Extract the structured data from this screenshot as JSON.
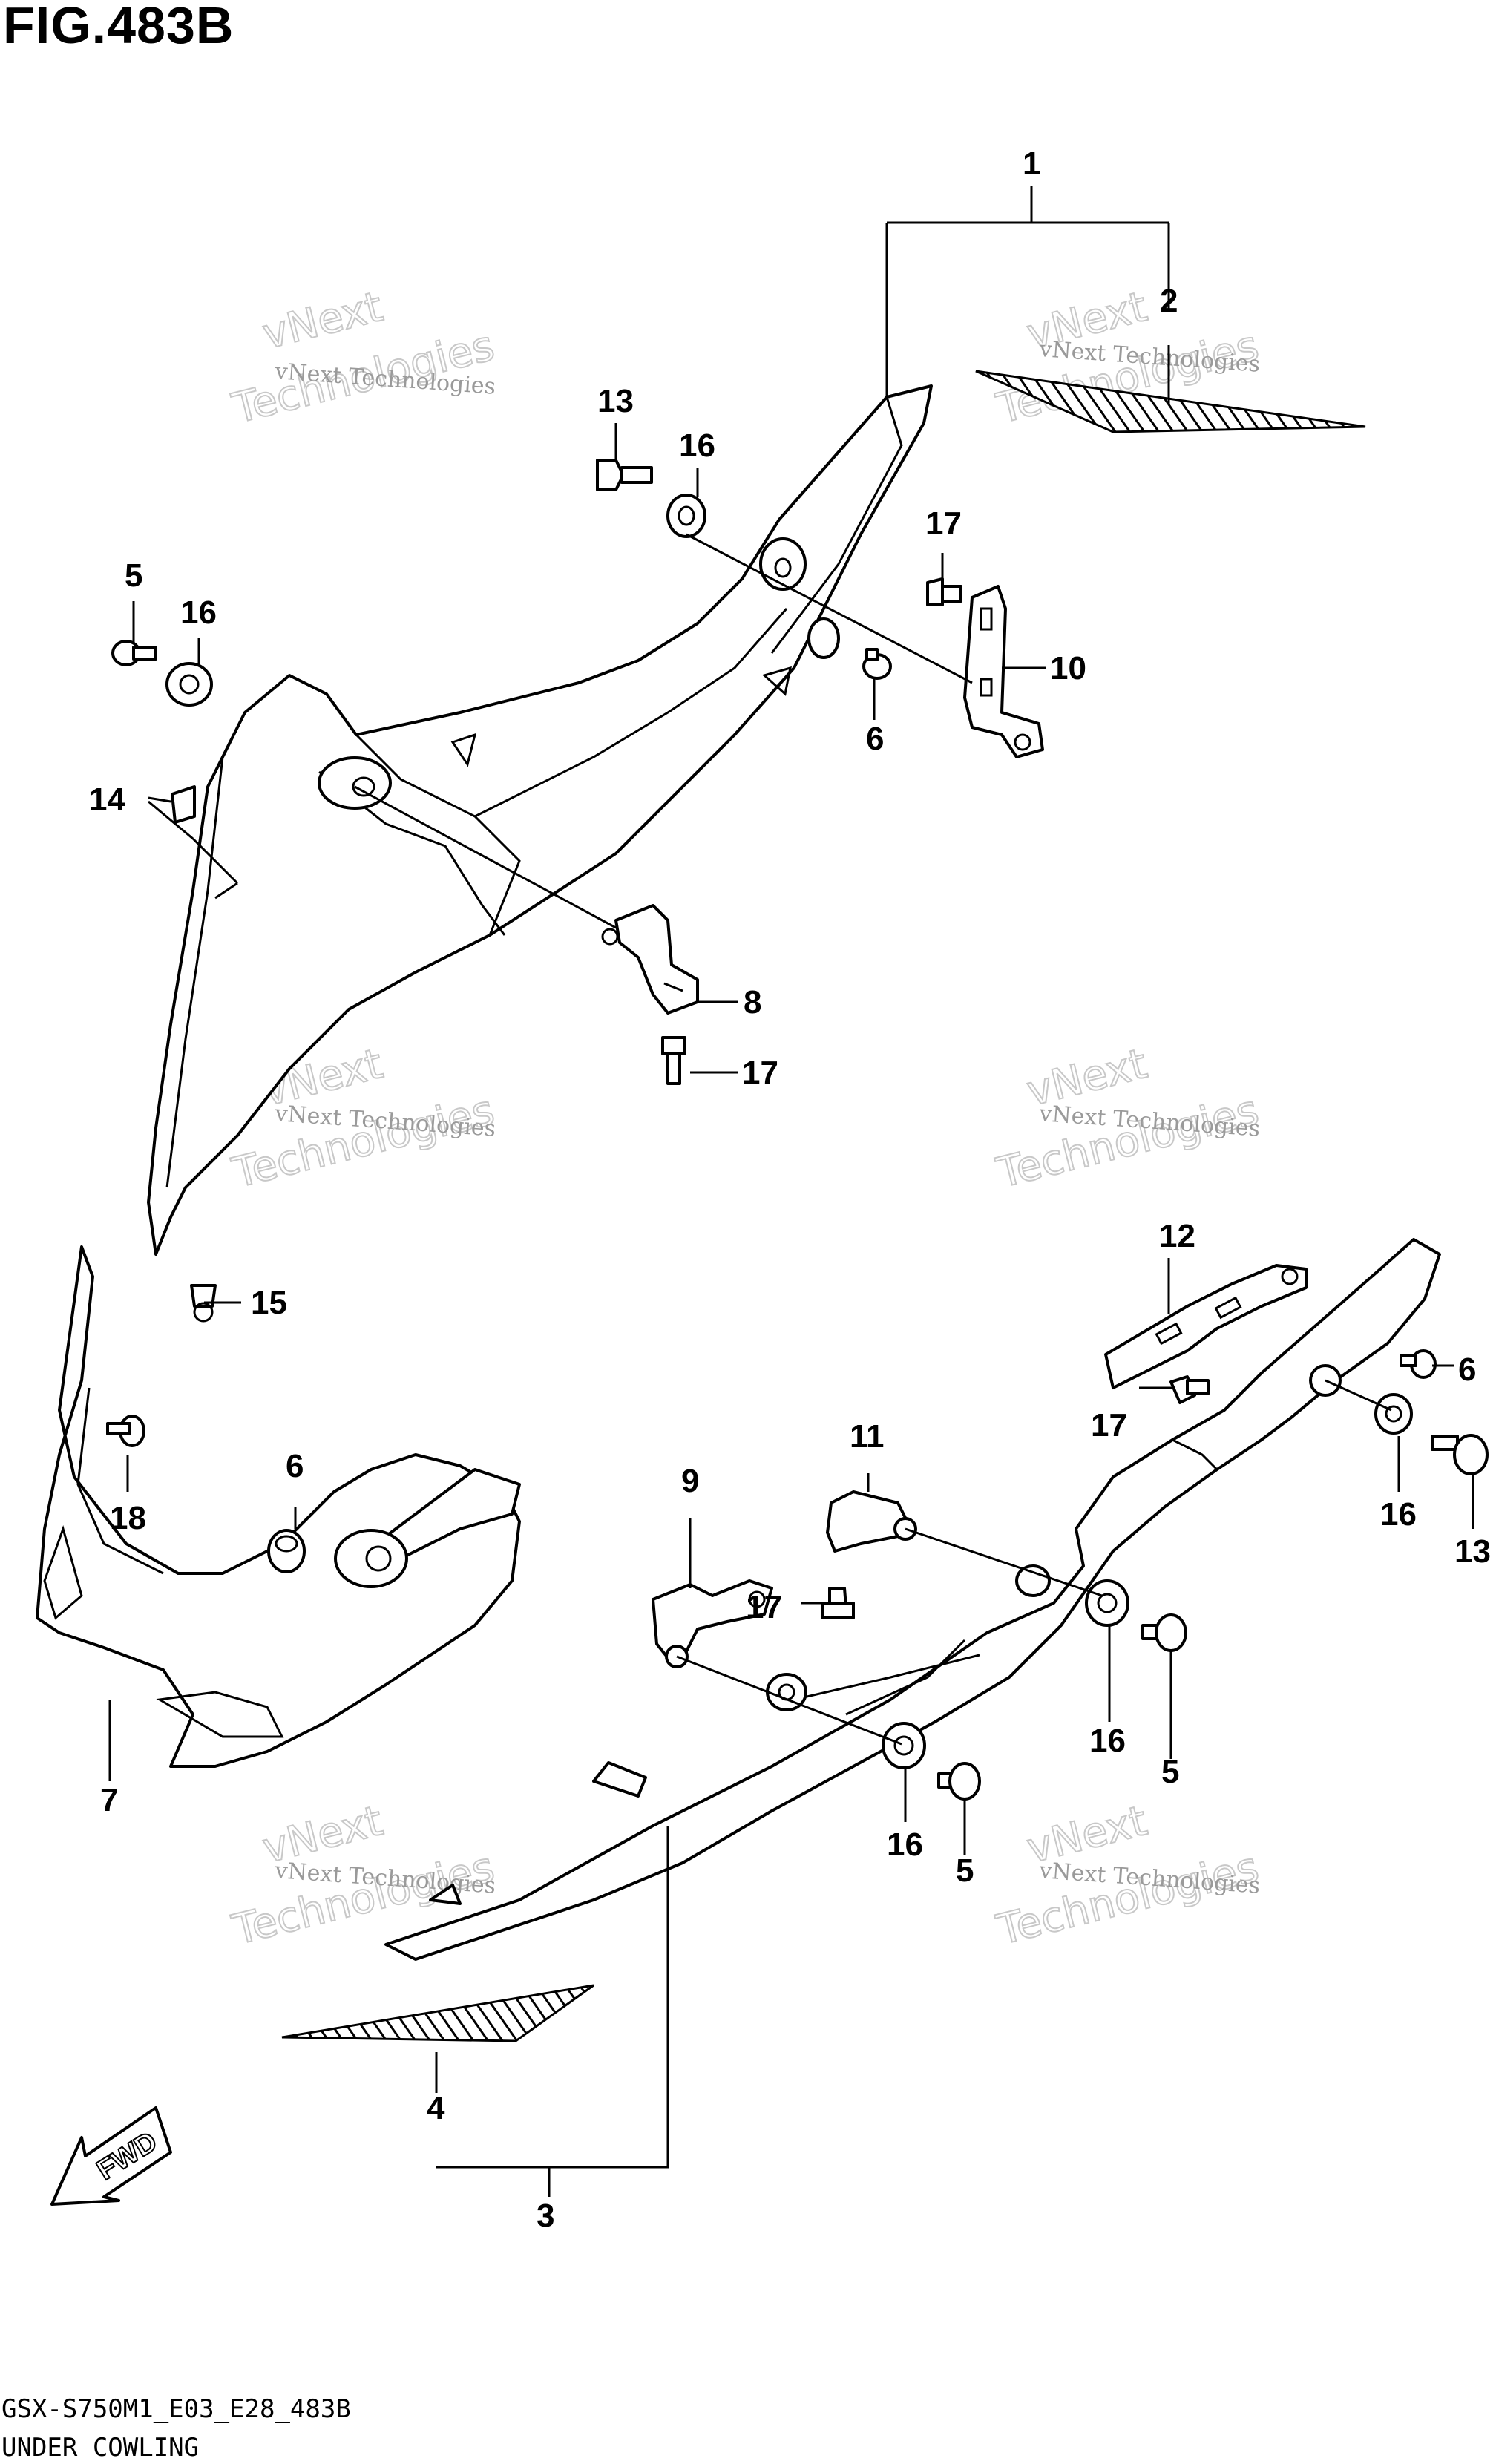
{
  "figure": {
    "title": "FIG.483B",
    "model_code": "GSX-S750M1_E03_E28_483B",
    "section_name": "UNDER COWLING",
    "fwd_label": "FWD"
  },
  "watermark": {
    "line1": "vNext Technologies",
    "line2": "vNext",
    "line3": "Technologies"
  },
  "callouts": [
    {
      "id": "c1",
      "label": "1"
    },
    {
      "id": "c2",
      "label": "2"
    },
    {
      "id": "c3",
      "label": "3"
    },
    {
      "id": "c4",
      "label": "4"
    },
    {
      "id": "c5a",
      "label": "5"
    },
    {
      "id": "c5b",
      "label": "5"
    },
    {
      "id": "c5c",
      "label": "5"
    },
    {
      "id": "c6a",
      "label": "6"
    },
    {
      "id": "c6b",
      "label": "6"
    },
    {
      "id": "c6c",
      "label": "6"
    },
    {
      "id": "c7",
      "label": "7"
    },
    {
      "id": "c8",
      "label": "8"
    },
    {
      "id": "c9",
      "label": "9"
    },
    {
      "id": "c10",
      "label": "10"
    },
    {
      "id": "c11",
      "label": "11"
    },
    {
      "id": "c12",
      "label": "12"
    },
    {
      "id": "c13a",
      "label": "13"
    },
    {
      "id": "c13b",
      "label": "13"
    },
    {
      "id": "c14",
      "label": "14"
    },
    {
      "id": "c15",
      "label": "15"
    },
    {
      "id": "c16a",
      "label": "16"
    },
    {
      "id": "c16b",
      "label": "16"
    },
    {
      "id": "c16c",
      "label": "16"
    },
    {
      "id": "c16d",
      "label": "16"
    },
    {
      "id": "c16e",
      "label": "16"
    },
    {
      "id": "c17a",
      "label": "17"
    },
    {
      "id": "c17b",
      "label": "17"
    },
    {
      "id": "c17c",
      "label": "17"
    },
    {
      "id": "c17d",
      "label": "17"
    },
    {
      "id": "c18",
      "label": "18"
    }
  ]
}
